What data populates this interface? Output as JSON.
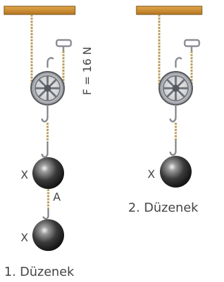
{
  "setup1": {
    "caption": "1. Düzenek",
    "force_label": "F = 16 N",
    "upper_weight_label": "X",
    "lower_weight_label": "X",
    "junction_label": "A"
  },
  "setup2": {
    "caption": "2. Düzenek",
    "weight_label": "X"
  },
  "colors": {
    "beam": "#c98a2c",
    "beam_edge": "#7a4f14",
    "rope": "#b89c5a",
    "metal": "#8a8d92",
    "ball": "#2a2a2a",
    "text": "#444444"
  }
}
